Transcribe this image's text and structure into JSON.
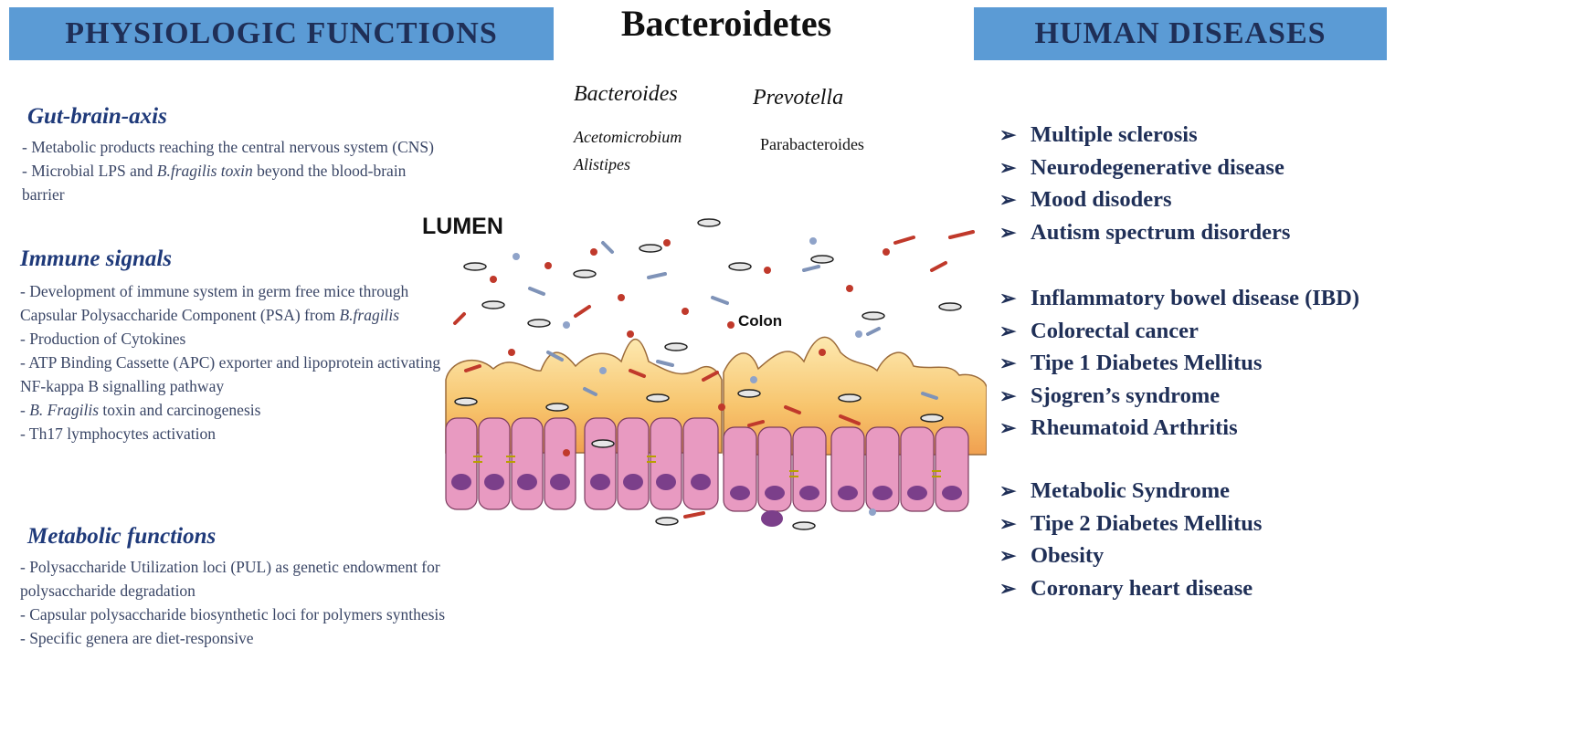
{
  "header": {
    "left": "PHYSIOLOGIC FUNCTIONS",
    "center": "Bacteroidetes",
    "right": "HUMAN DISEASES"
  },
  "genera": {
    "bacteroides": "Bacteroides",
    "prevotella": "Prevotella",
    "acetomicrobium": "Acetomicrobium",
    "alistipes": "Alistipes",
    "parabacteroides": "Parabacteroides"
  },
  "illustration": {
    "lumen": "LUMEN",
    "colon": "Colon"
  },
  "sections": {
    "gut_brain": {
      "title": "Gut-brain-axis",
      "items": [
        "- Metabolic products reaching the central nervous system (CNS)",
        "- Microbial LPS and ",
        "B.fragilis toxin",
        " beyond the blood-brain barrier"
      ]
    },
    "immune": {
      "title": "Immune signals",
      "items": [
        "- Development of immune system in germ free mice through Capsular Polysaccharide Component (PSA) from ",
        "B.fragilis",
        "- Production of Cytokines",
        "- ATP Binding Cassette (APC) exporter and lipoprotein activating NF-kappa B signalling pathway",
        "- B. Fragilis",
        " toxin and carcinogenesis",
        "- Th17 lymphocytes activation"
      ]
    },
    "metabolic": {
      "title": "Metabolic functions",
      "items": [
        "- Polysaccharide Utilization loci (PUL) as genetic endowment for polysaccharide degradation",
        "- Capsular polysaccharide biosynthetic loci for polymers synthesis",
        "- Specific genera are diet-responsive"
      ]
    }
  },
  "diseases": {
    "arrow": "➢",
    "group1": [
      "Multiple sclerosis",
      "Neurodegenerative disease",
      "Mood disoders",
      "Autism spectrum disorders"
    ],
    "group2": [
      "Inflammatory bowel disease (IBD)",
      "Colorectal cancer",
      "Tipe 1 Diabetes Mellitus",
      "Sjogren’s syndrome",
      "Rheumatoid Arthritis"
    ],
    "group3": [
      "Metabolic Syndrome",
      "Tipe 2 Diabetes Mellitus",
      "Obesity",
      "Coronary heart disease"
    ]
  },
  "colors": {
    "header_fill": "#5b9bd5",
    "header_text": "#1f2f57",
    "section_title": "#1f3a7a",
    "epithelium": "#e89ac1",
    "mucus": "#f5c36b",
    "bacteria_red": "#c0392b",
    "bacteria_blue": "#7f93b8"
  }
}
